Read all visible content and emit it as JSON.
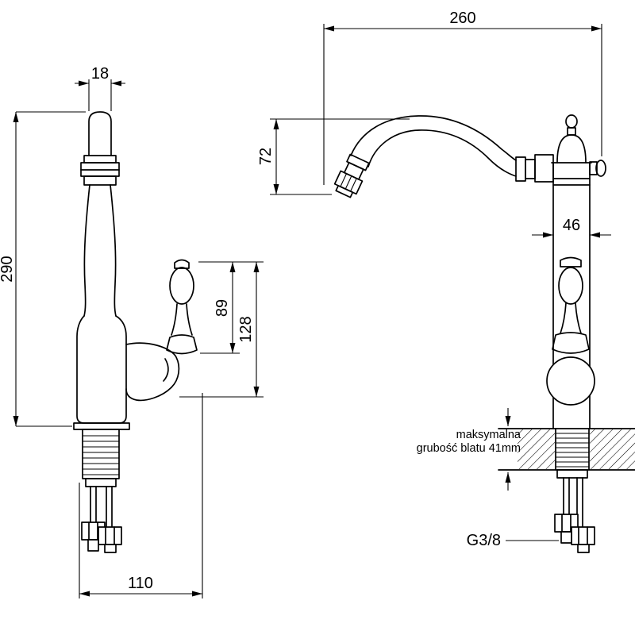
{
  "page": {
    "background_color": "#ffffff",
    "line_color": "#000000"
  },
  "diagram": {
    "subject": "kitchen-faucet-technical-drawing",
    "front_view": {
      "dim_spout_width": "18",
      "dim_total_height": "290",
      "dim_handle_height": "89",
      "dim_handle_total": "128",
      "dim_base_depth": "110"
    },
    "side_view": {
      "dim_spout_reach": "260",
      "dim_spout_drop": "72",
      "dim_body_width": "46",
      "note_line1": "maksymalna",
      "note_line2": "grubość blatu 41mm",
      "thread_label": "G3/8"
    }
  }
}
